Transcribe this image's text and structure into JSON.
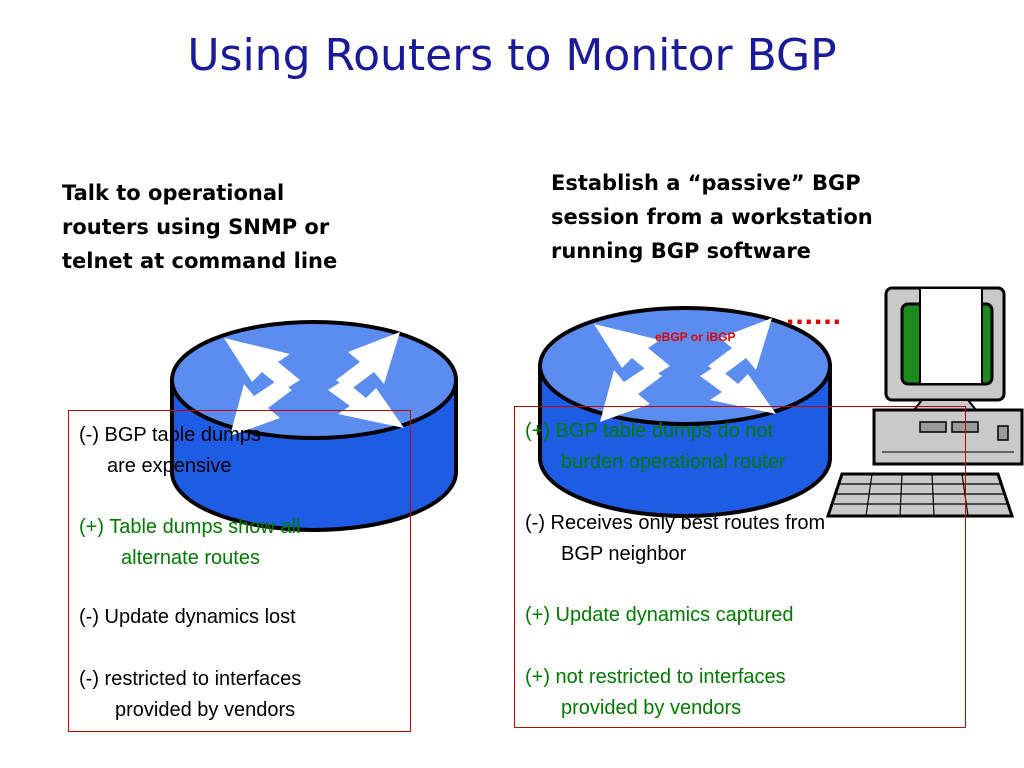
{
  "slide": {
    "title": "Using Routers to Monitor BGP"
  },
  "left": {
    "heading_lines": [
      "Talk to operational",
      "routers using SNMP or",
      "telnet at command line"
    ],
    "items": [
      {
        "polarity": "neg",
        "lines": [
          "(-) BGP table dumps",
          "are expensive"
        ]
      },
      {
        "polarity": "pos",
        "lines": [
          "(+) Table dumps show all",
          "alternate routes"
        ]
      },
      {
        "polarity": "neg",
        "lines": [
          "(-) Update dynamics lost"
        ]
      },
      {
        "polarity": "neg",
        "lines": [
          "(-) restricted to interfaces",
          "provided by vendors"
        ]
      }
    ]
  },
  "right": {
    "heading_lines": [
      "Establish a “passive” BGP",
      "session from a workstation",
      "running BGP software"
    ],
    "session_label": "eBGP or iBGP",
    "link_dots": "......",
    "items": [
      {
        "polarity": "pos",
        "lines": [
          "(+) BGP table dumps do not",
          "burden operational router"
        ]
      },
      {
        "polarity": "neg",
        "lines": [
          "(-) Receives only best routes from",
          "BGP neighbor"
        ]
      },
      {
        "polarity": "pos",
        "lines": [
          "(+) Update dynamics captured"
        ]
      },
      {
        "polarity": "pos",
        "lines": [
          "(+) not restricted to interfaces",
          "provided by vendors"
        ]
      }
    ]
  },
  "icons": {
    "router": "router-icon",
    "workstation": "workstation-computer-icon"
  },
  "colors": {
    "title": "#1a1a9a",
    "router_top": "#5b8cf0",
    "router_side": "#1f5ce6",
    "box_border": "#c00000",
    "positive_text": "#007a00",
    "negative_text": "#000000",
    "session_label": "#e00000",
    "screen": "#1e8a1e"
  }
}
